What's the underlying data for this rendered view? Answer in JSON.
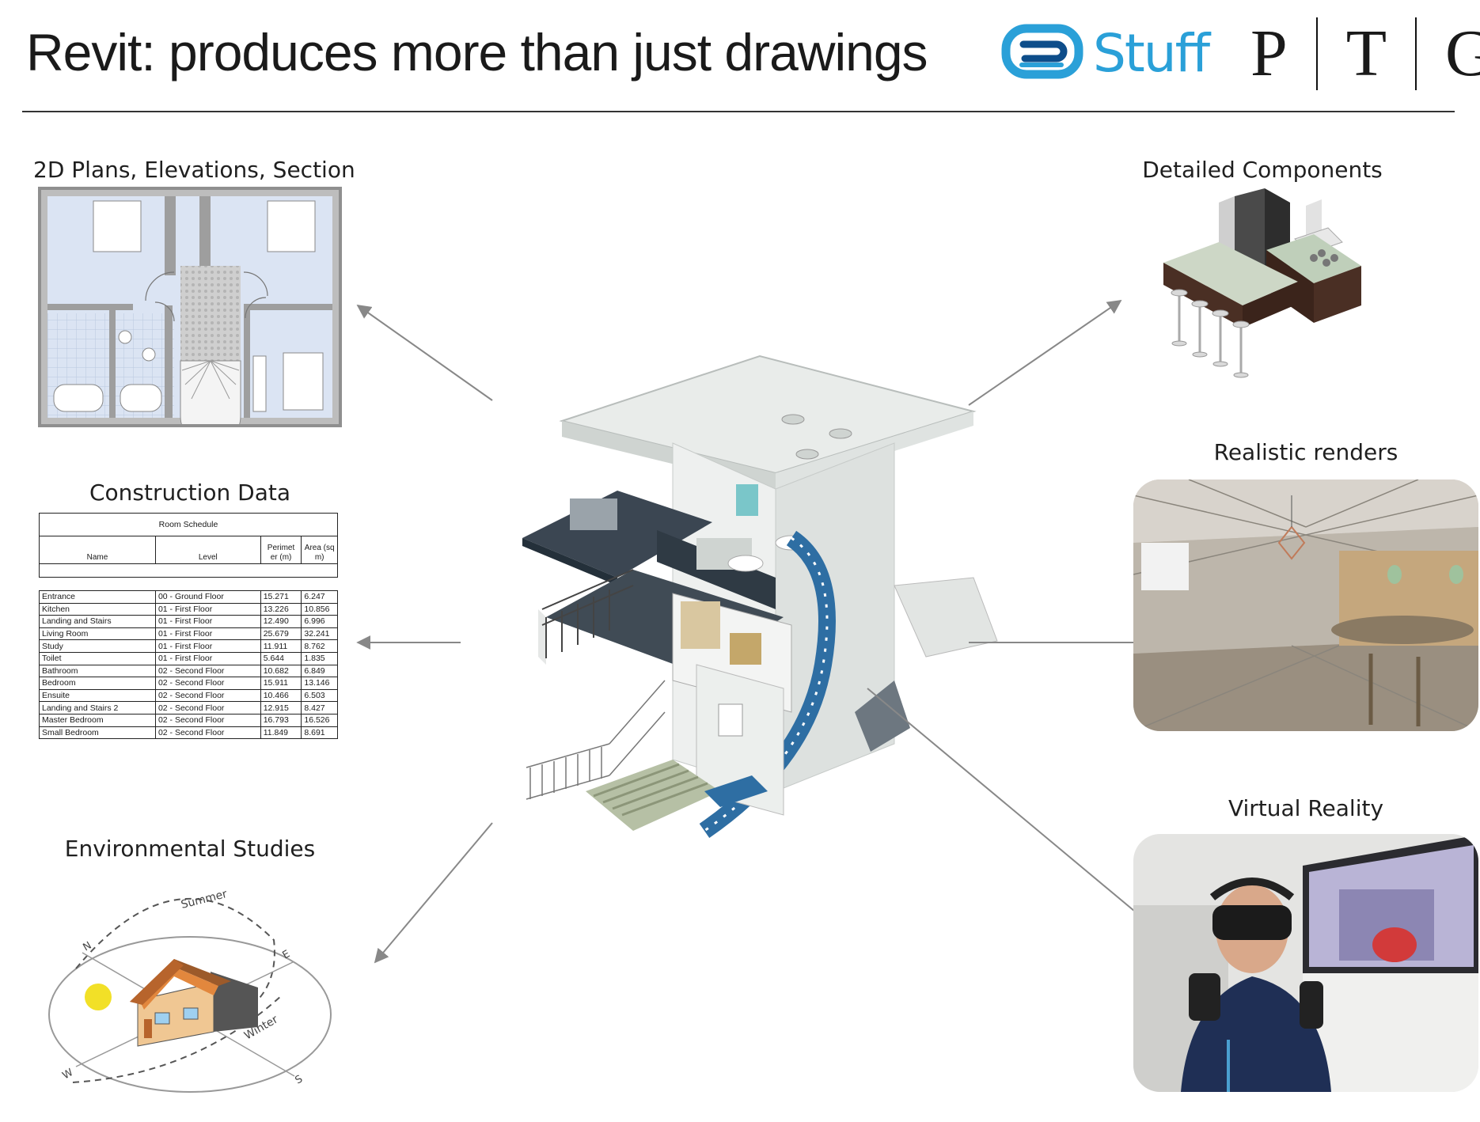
{
  "header": {
    "title": "Revit: produces more than just drawings",
    "logo_text": "Stuff",
    "ptg_letters": [
      "P",
      "T",
      "G"
    ]
  },
  "captions": {
    "plans": "2D Plans, Elevations, Section",
    "construction": "Construction Data",
    "environmental": "Environmental Studies",
    "components": "Detailed Components",
    "renders": "Realistic renders",
    "vr": "Virtual Reality"
  },
  "schedule": {
    "title": "Room Schedule",
    "columns": [
      "Name",
      "Level",
      "Perimet er (m)",
      "Area (sq m)"
    ],
    "rows": [
      [
        "Entrance",
        "00 - Ground Floor",
        "15.271",
        "6.247"
      ],
      [
        "Kitchen",
        "01 - First Floor",
        "13.226",
        "10.856"
      ],
      [
        "Landing and Stairs",
        "01 - First Floor",
        "12.490",
        "6.996"
      ],
      [
        "Living Room",
        "01 - First Floor",
        "25.679",
        "32.241"
      ],
      [
        "Study",
        "01 - First Floor",
        "11.911",
        "8.762"
      ],
      [
        "Toilet",
        "01 - First Floor",
        "5.644",
        "1.835"
      ],
      [
        "Bathroom",
        "02 - Second Floor",
        "10.682",
        "6.849"
      ],
      [
        "Bedroom",
        "02 - Second Floor",
        "15.911",
        "13.146"
      ],
      [
        "Ensuite",
        "02 - Second Floor",
        "10.466",
        "6.503"
      ],
      [
        "Landing and Stairs 2",
        "02 - Second Floor",
        "12.915",
        "8.427"
      ],
      [
        "Master Bedroom",
        "02 - Second Floor",
        "16.793",
        "16.526"
      ],
      [
        "Small Bedroom",
        "02 - Second Floor",
        "11.849",
        "8.691"
      ]
    ]
  },
  "sun_path": {
    "summer_label": "Summer",
    "winter_label": "Winter",
    "compass": [
      "N",
      "E",
      "S",
      "W"
    ]
  },
  "colors": {
    "logo_blue": "#2aa0d8",
    "logo_dark": "#0d4d8a",
    "arrow": "#888888",
    "plan_fill": "#dbe4f3",
    "plan_wall": "#9e9e9e",
    "sun": "#f2e027",
    "roof": "#e2873d"
  }
}
